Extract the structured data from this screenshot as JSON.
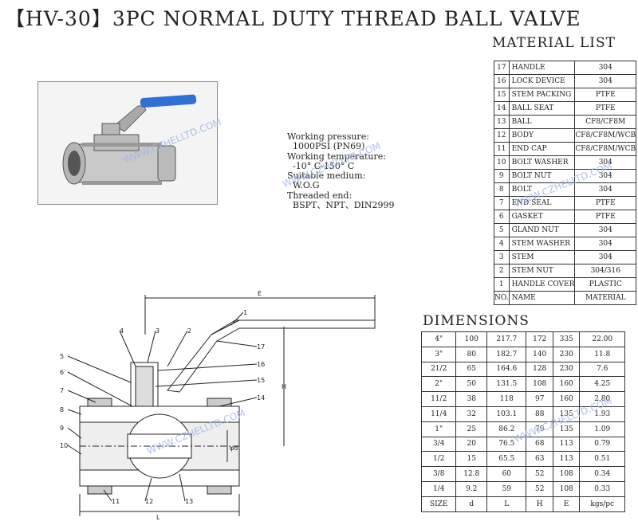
{
  "title": "【HV-30】3PC NORMAL DUTY THREAD BALL VALVE",
  "specs": {
    "lines": [
      "Working pressure:",
      "  1000PSI (PN69)",
      "Working temperature:",
      "  -10° C-150° C",
      "Suitable medium:",
      "  W.O.G",
      "Threaded end:",
      "  BSPT、NPT、DIN2999"
    ]
  },
  "watermark": "WWW.CZHELLTD.COM",
  "material_list": {
    "title": "MATERIAL LIST",
    "rows": [
      [
        "17",
        "HANDLE",
        "304"
      ],
      [
        "16",
        "LOCK DEVICE",
        "304"
      ],
      [
        "15",
        "STEM PACKING",
        "PTFE"
      ],
      [
        "14",
        "BALL SEAT",
        "PTFE"
      ],
      [
        "13",
        "BALL",
        "CF8/CF8M"
      ],
      [
        "12",
        "BODY",
        "CF8/CF8M/WCB"
      ],
      [
        "11",
        "END CAP",
        "CF8/CF8M/WCB"
      ],
      [
        "10",
        "BOLT WASHER",
        "304"
      ],
      [
        "9",
        "BOLT NUT",
        "304"
      ],
      [
        "8",
        "BOLT",
        "304"
      ],
      [
        "7",
        "END SEAL",
        "PTFE"
      ],
      [
        "6",
        "GASKET",
        "PTFE"
      ],
      [
        "5",
        "GLAND NUT",
        "304"
      ],
      [
        "4",
        "STEM WASHER",
        "304"
      ],
      [
        "3",
        "STEM",
        "304"
      ],
      [
        "2",
        "STEM NUT",
        "304/316"
      ],
      [
        "1",
        "HANDLE COVER",
        "PLASTIC"
      ]
    ],
    "header": [
      "NO.",
      "NAME",
      "MATERIAL"
    ]
  },
  "dimensions": {
    "title": "DIMENSIONS",
    "rows": [
      [
        "4\"",
        "100",
        "217.7",
        "172",
        "335",
        "22.00"
      ],
      [
        "3\"",
        "80",
        "182.7",
        "140",
        "230",
        "11.8"
      ],
      [
        "21/2",
        "65",
        "164.6",
        "128",
        "230",
        "7.6"
      ],
      [
        "2\"",
        "50",
        "131.5",
        "108",
        "160",
        "4.25"
      ],
      [
        "11/2",
        "38",
        "118",
        "97",
        "160",
        "2.80"
      ],
      [
        "11/4",
        "32",
        "103.1",
        "88",
        "135",
        "1.93"
      ],
      [
        "1\"",
        "25",
        "86.2",
        "79",
        "135",
        "1.09"
      ],
      [
        "3/4",
        "20",
        "76.5",
        "68",
        "113",
        "0.79"
      ],
      [
        "1/2",
        "15",
        "65.5",
        "63",
        "113",
        "0.51"
      ],
      [
        "3/8",
        "12.8",
        "60",
        "52",
        "108",
        "0.34"
      ],
      [
        "1/4",
        "9.2",
        "59",
        "52",
        "108",
        "0.33"
      ]
    ],
    "header": [
      "SIZE",
      "d",
      "L",
      "H",
      "E",
      "kgs/pc"
    ]
  },
  "drawing": {
    "labels": [
      "1",
      "2",
      "3",
      "4",
      "5",
      "6",
      "7",
      "8",
      "9",
      "10",
      "11",
      "12",
      "13",
      "14",
      "15",
      "16",
      "17"
    ],
    "dim_E": "E",
    "dim_H": "H",
    "dim_L": "L",
    "dim_d": "φd"
  },
  "colors": {
    "handle_grip": "#2f6fd6",
    "watermark": "#9fb7e4"
  }
}
